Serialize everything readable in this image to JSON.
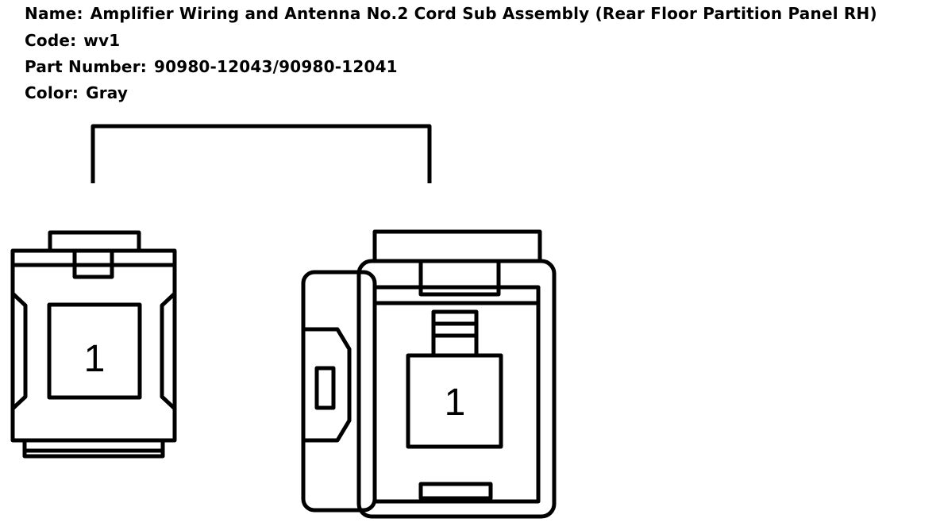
{
  "info": {
    "name_label": "Name:",
    "name_value": "Amplifier Wiring and Antenna No.2 Cord Sub Assembly (Rear Floor Partition Panel RH)",
    "code_label": "Code:",
    "code_value": "wv1",
    "part_label": "Part Number:",
    "part_value": "90980-12043/90980-12041",
    "color_label": "Color:",
    "color_value": "Gray"
  },
  "connectors": {
    "left_pin": "1",
    "right_pin": "1"
  }
}
